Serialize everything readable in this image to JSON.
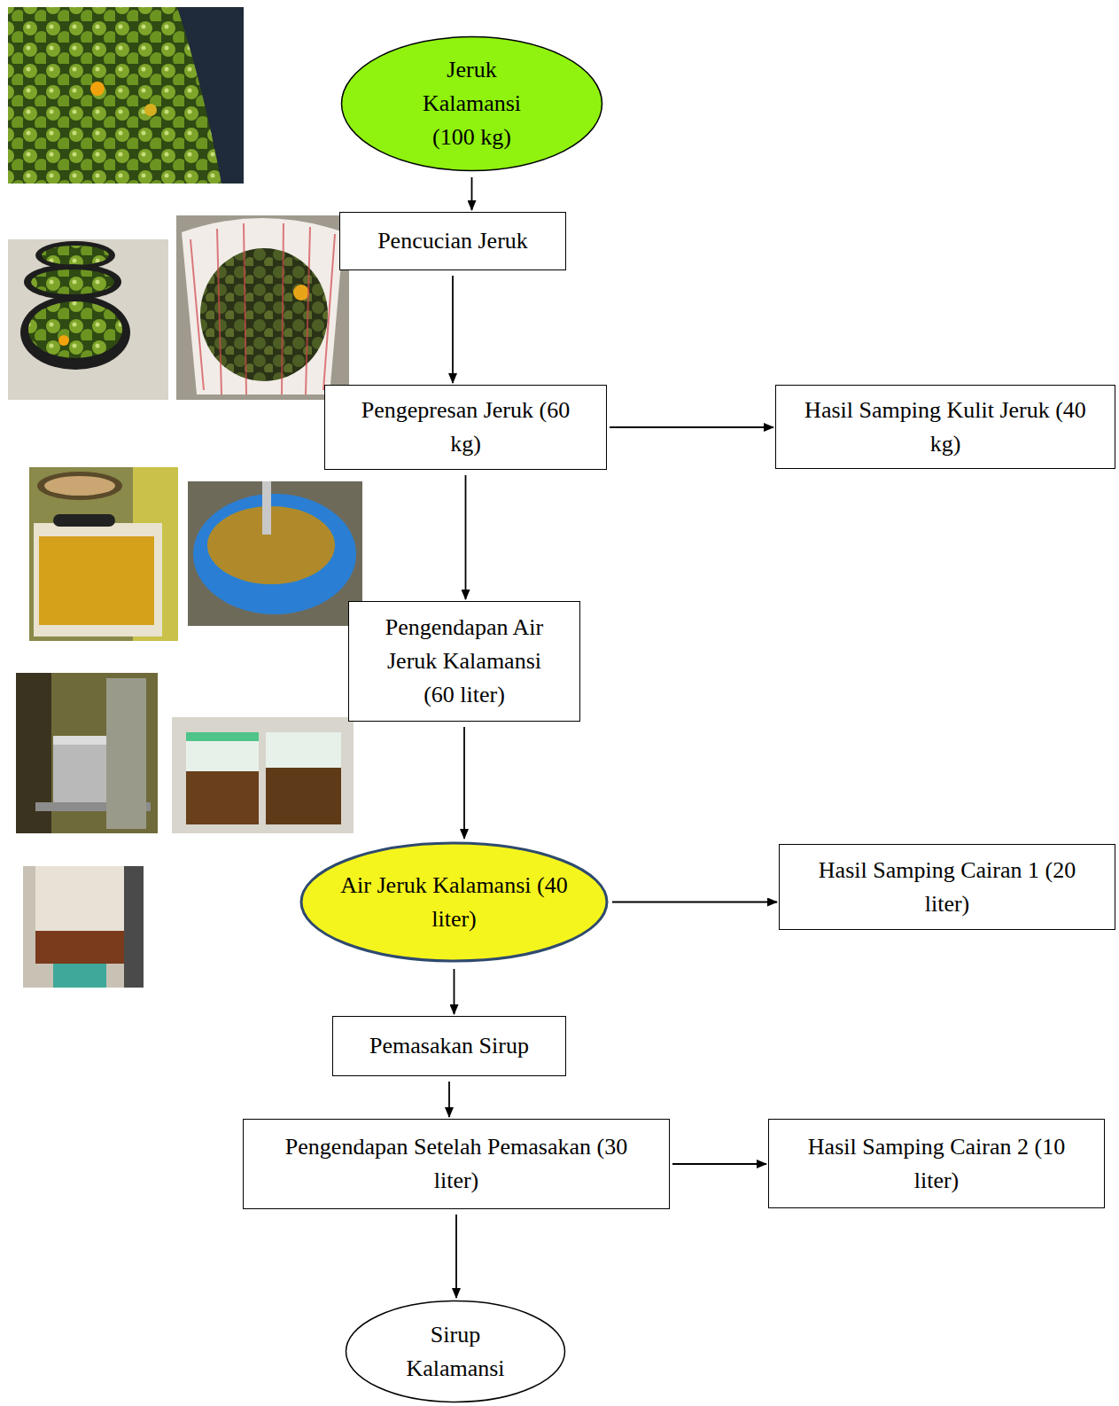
{
  "diagram": {
    "nodes": [
      {
        "text": [
          "Jeruk Kalamansi (100 kg)"
        ]
      },
      {
        "text": [
          "Pencucian Jeruk"
        ]
      },
      {
        "text": [
          "Pengepresan Jeruk (60 kg)"
        ]
      },
      {
        "text": [
          "Hasil Samping Kulit Jeruk (40 kg)"
        ]
      },
      {
        "text": [
          "Pengendapan Air Jeruk Kalamansi (60 liter)"
        ]
      },
      {
        "text": [
          "Air Jeruk Kalamansi (40 liter)"
        ]
      },
      {
        "text": [
          "Hasil Samping Cairan 1 (20 liter)"
        ]
      },
      {
        "text": [
          "Pemasakan Sirup"
        ]
      },
      {
        "text": [
          "Pengendapan Setelah Pemasakan (30 liter)"
        ]
      },
      {
        "text": [
          "Hasil Samping Cairan 2 (10 liter)"
        ]
      },
      {
        "text": [
          "Sirup Kalamansi"
        ]
      }
    ],
    "edges": [
      {
        "from": 0,
        "to": 1,
        "arrow": "to"
      },
      {
        "from": 1,
        "to": 2,
        "arrow": "to"
      },
      {
        "from": 2,
        "to": 3,
        "arrow": "to"
      },
      {
        "from": 2,
        "to": 4,
        "arrow": "to"
      },
      {
        "from": 4,
        "to": 5,
        "arrow": "to"
      },
      {
        "from": 5,
        "to": 6,
        "arrow": "to"
      },
      {
        "from": 5,
        "to": 7,
        "arrow": "to"
      },
      {
        "from": 7,
        "to": 8,
        "arrow": "to"
      },
      {
        "from": 8,
        "to": 9,
        "arrow": "to"
      },
      {
        "from": 8,
        "to": 10,
        "arrow": "to"
      }
    ]
  }
}
